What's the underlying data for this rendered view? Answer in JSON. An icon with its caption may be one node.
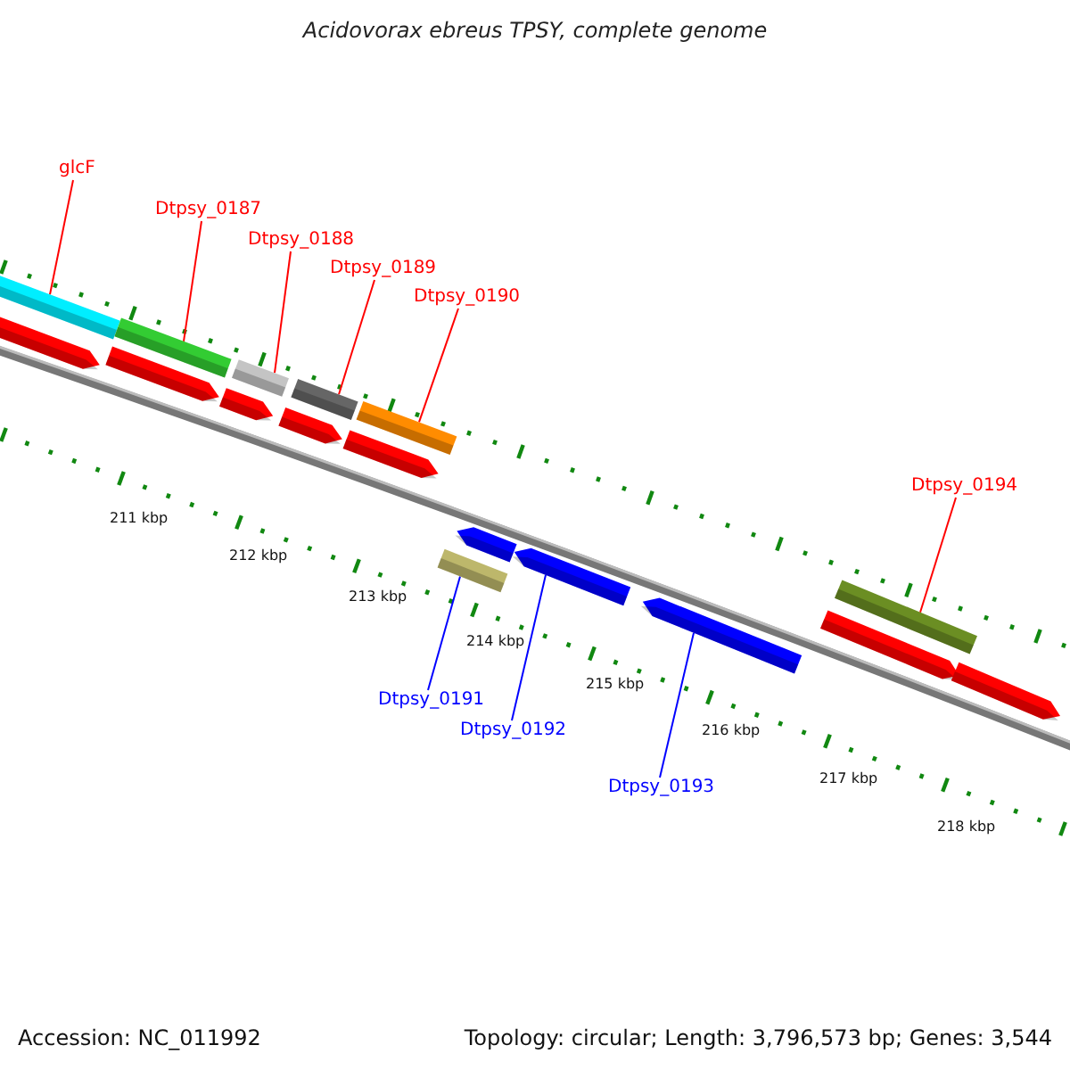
{
  "diagram": {
    "title": "Acidovorax ebreus TPSY, complete genome",
    "nodes": [
      {
        "text": [
          "glcF"
        ]
      },
      {
        "text": [],
        "shape": "bar"
      },
      {
        "text": [
          "Dtpsy_0187"
        ]
      },
      {
        "text": [],
        "shape": "bar"
      },
      {
        "text": [
          "Dtpsy_0188"
        ]
      },
      {
        "text": [],
        "shape": "bar"
      },
      {
        "text": [
          "Dtpsy_0189"
        ]
      },
      {
        "text": [],
        "shape": "bar"
      },
      {
        "text": [
          "Dtpsy_0190"
        ]
      },
      {
        "text": [],
        "shape": "bar"
      },
      {
        "text": [
          "Dtpsy_0194"
        ]
      },
      {
        "text": [],
        "shape": "bar"
      },
      {
        "text": [
          "Dtpsy_0191"
        ]
      },
      {
        "text": [],
        "shape": "bar"
      },
      {
        "text": [
          "Dtpsy_0192"
        ]
      },
      {
        "text": [],
        "shape": "bar"
      },
      {
        "text": [
          "Dtpsy_0193"
        ]
      },
      {
        "text": [],
        "shape": "bar"
      },
      {
        "text": [],
        "shape": "bar"
      },
      {
        "text": [],
        "shape": "bar"
      },
      {
        "text": [],
        "shape": "bar"
      },
      {
        "text": [],
        "shape": "bar"
      },
      {
        "text": [],
        "shape": "bar"
      },
      {
        "text": [],
        "shape": "bar"
      },
      {
        "text": [],
        "shape": "bar"
      },
      {
        "text": [],
        "shape": "bar"
      }
    ],
    "edges": [
      {
        "from": 0,
        "to": 1,
        "arrow": "none"
      },
      {
        "from": 2,
        "to": 3,
        "arrow": "none"
      },
      {
        "from": 4,
        "to": 5,
        "arrow": "none"
      },
      {
        "from": 6,
        "to": 7,
        "arrow": "none"
      },
      {
        "from": 8,
        "to": 9,
        "arrow": "none"
      },
      {
        "from": 10,
        "to": 11,
        "arrow": "none"
      },
      {
        "from": 12,
        "to": 13,
        "arrow": "none",
        "color": "#0000ff"
      },
      {
        "from": 14,
        "to": 15,
        "arrow": "none",
        "color": "#0000ff"
      },
      {
        "from": 16,
        "to": 17,
        "arrow": "none",
        "color": "#0000ff"
      }
    ],
    "labels": [
      "211 kbp",
      "212 kbp",
      "213 kbp",
      "214 kbp",
      "215 kbp",
      "216 kbp",
      "217 kbp",
      "218 kbp",
      "Accession: NC_011992",
      "Topology: circular; Length: 3,796,573 bp; Genes: 3,544"
    ]
  }
}
